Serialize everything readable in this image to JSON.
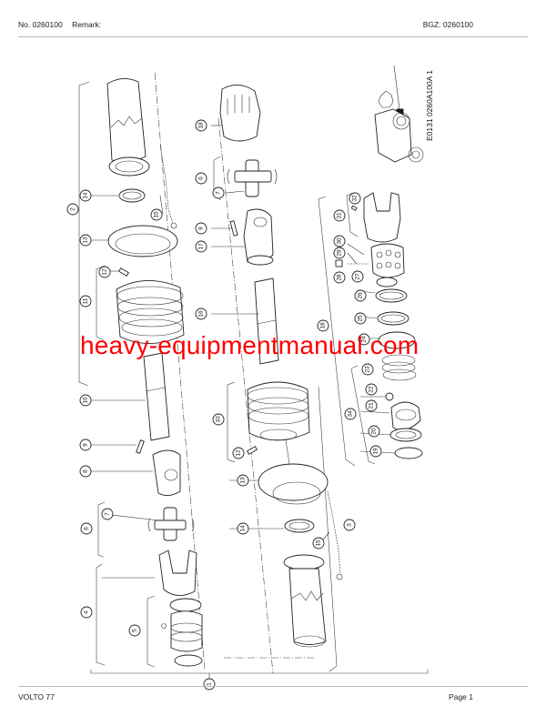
{
  "header": {
    "number": "No. 0260100",
    "remark_label": "Remark:",
    "bgz": "BGZ: 0260100"
  },
  "footer": {
    "model": "VOLTO 77",
    "page": "Page 1"
  },
  "diagram": {
    "reference_code": "E0131 0260A100A 1",
    "watermark": "heavy-equipmentmanual.com",
    "callouts": [
      {
        "id": "c1",
        "label": "1"
      },
      {
        "id": "c2",
        "label": "2"
      },
      {
        "id": "c3",
        "label": "3"
      },
      {
        "id": "c4",
        "label": "4"
      },
      {
        "id": "c5",
        "label": "5"
      },
      {
        "id": "c6a",
        "label": "6"
      },
      {
        "id": "c6b",
        "label": "6"
      },
      {
        "id": "c7a",
        "label": "7"
      },
      {
        "id": "c7b",
        "label": "7"
      },
      {
        "id": "c8",
        "label": "8"
      },
      {
        "id": "c9a",
        "label": "9"
      },
      {
        "id": "c9b",
        "label": "9"
      },
      {
        "id": "c10",
        "label": "10"
      },
      {
        "id": "c11",
        "label": "11"
      },
      {
        "id": "c12a",
        "label": "12"
      },
      {
        "id": "c12b",
        "label": "12"
      },
      {
        "id": "c13a",
        "label": "13"
      },
      {
        "id": "c13b",
        "label": "13"
      },
      {
        "id": "c14a",
        "label": "14"
      },
      {
        "id": "c14b",
        "label": "14"
      },
      {
        "id": "c15a",
        "label": "15"
      },
      {
        "id": "c15b",
        "label": "15"
      },
      {
        "id": "c16",
        "label": "16"
      },
      {
        "id": "c17",
        "label": "17"
      },
      {
        "id": "c18a",
        "label": "18"
      },
      {
        "id": "c18b",
        "label": "18"
      },
      {
        "id": "c19",
        "label": "19"
      },
      {
        "id": "c20",
        "label": "20"
      },
      {
        "id": "c21",
        "label": "21"
      },
      {
        "id": "c22",
        "label": "22"
      },
      {
        "id": "c23",
        "label": "23"
      },
      {
        "id": "c24",
        "label": "24"
      },
      {
        "id": "c25",
        "label": "25"
      },
      {
        "id": "c26",
        "label": "26"
      },
      {
        "id": "c27",
        "label": "27"
      },
      {
        "id": "c28",
        "label": "28"
      },
      {
        "id": "c29",
        "label": "29"
      },
      {
        "id": "c30",
        "label": "30"
      },
      {
        "id": "c31",
        "label": "31"
      },
      {
        "id": "c32",
        "label": "32"
      },
      {
        "id": "c33",
        "label": "33"
      },
      {
        "id": "c34",
        "label": "34"
      }
    ]
  }
}
